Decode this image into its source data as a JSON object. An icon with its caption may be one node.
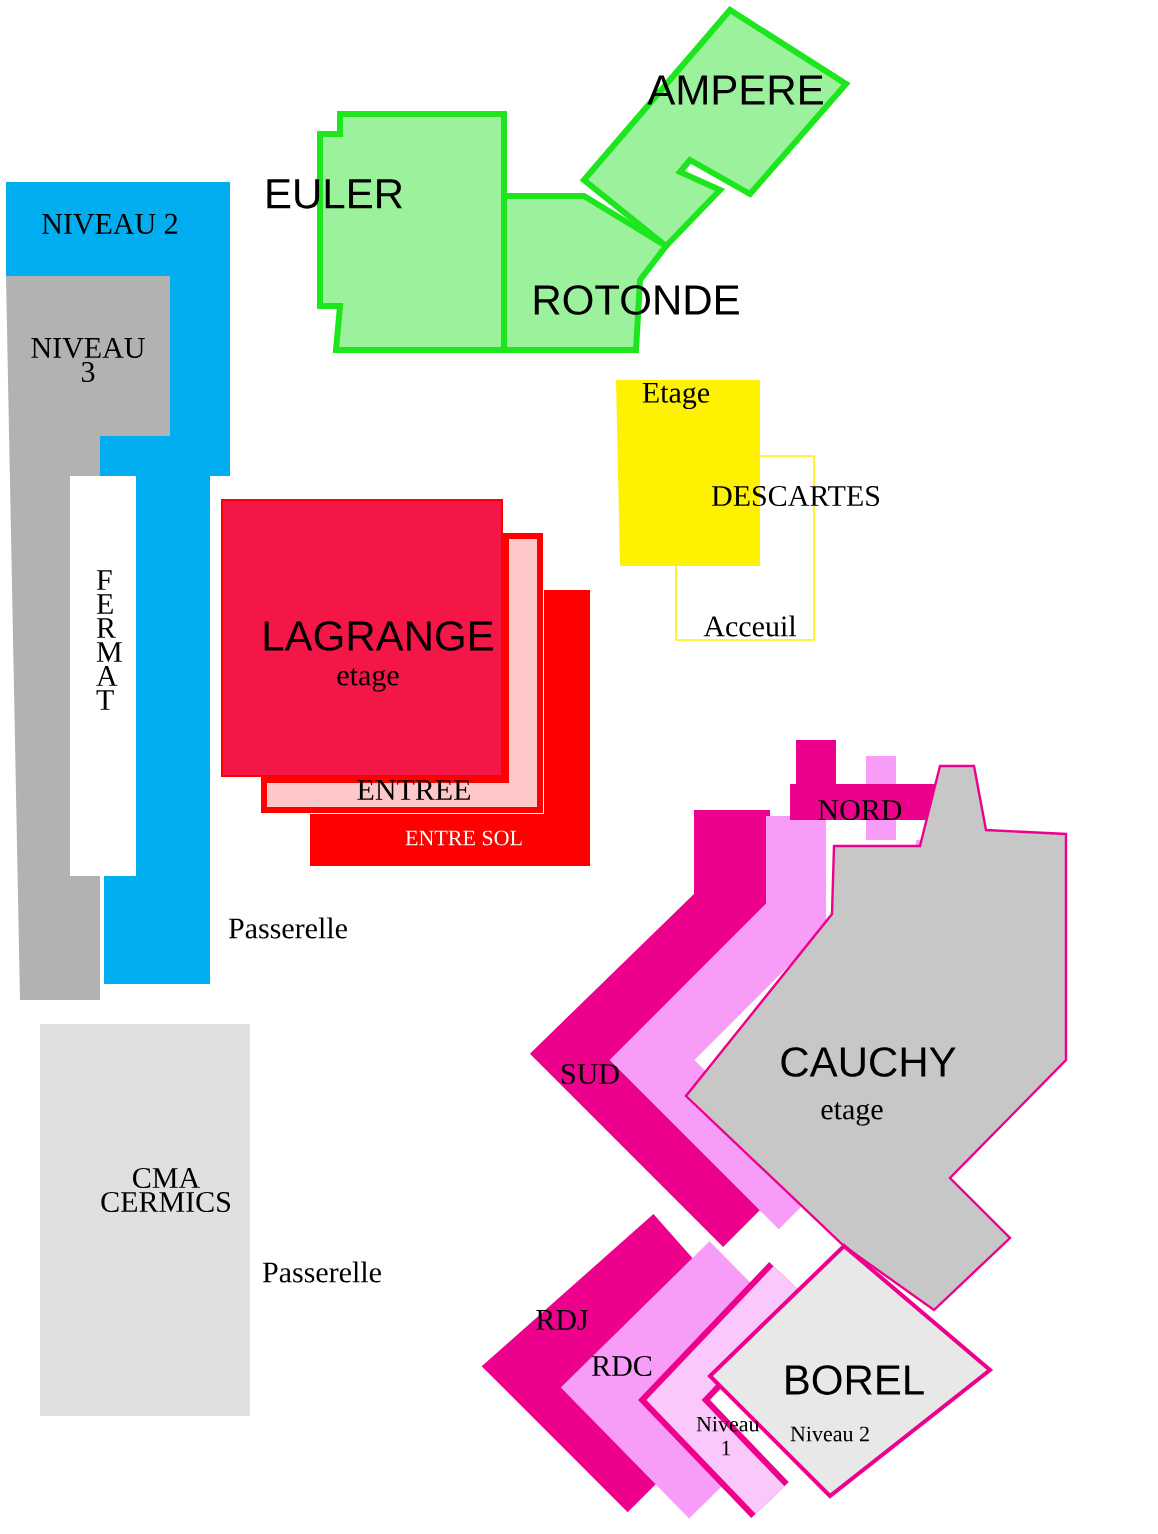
{
  "diagram": {
    "nodes": [
      {
        "text": [
          "EULER"
        ]
      },
      {
        "text": [
          "AMPERE"
        ]
      },
      {
        "text": [
          "ROTONDE"
        ]
      },
      {
        "text": [
          "NIVEAU 2"
        ]
      },
      {
        "text": [
          "NIVEAU 3"
        ]
      },
      {
        "text": [
          "F E R M A T"
        ]
      },
      {
        "text": [
          "Etage"
        ]
      },
      {
        "text": [
          "DESCARTES",
          "Acceuil"
        ]
      },
      {
        "text": [
          "LAGRANGE",
          "etage"
        ]
      },
      {
        "text": [
          "ENTREE"
        ]
      },
      {
        "text": [
          "ENTRE SOL"
        ]
      },
      {
        "text": [
          "CAUCHY",
          "etage"
        ]
      },
      {
        "text": [
          "BOREL",
          "Niveau 2"
        ]
      },
      {
        "text": [
          "CMA CERMICS"
        ]
      }
    ],
    "labels": [
      "NORD",
      "Passerelle",
      "SUD",
      "Passerelle",
      "RDJ",
      "RDC",
      "Niveau 1"
    ]
  }
}
